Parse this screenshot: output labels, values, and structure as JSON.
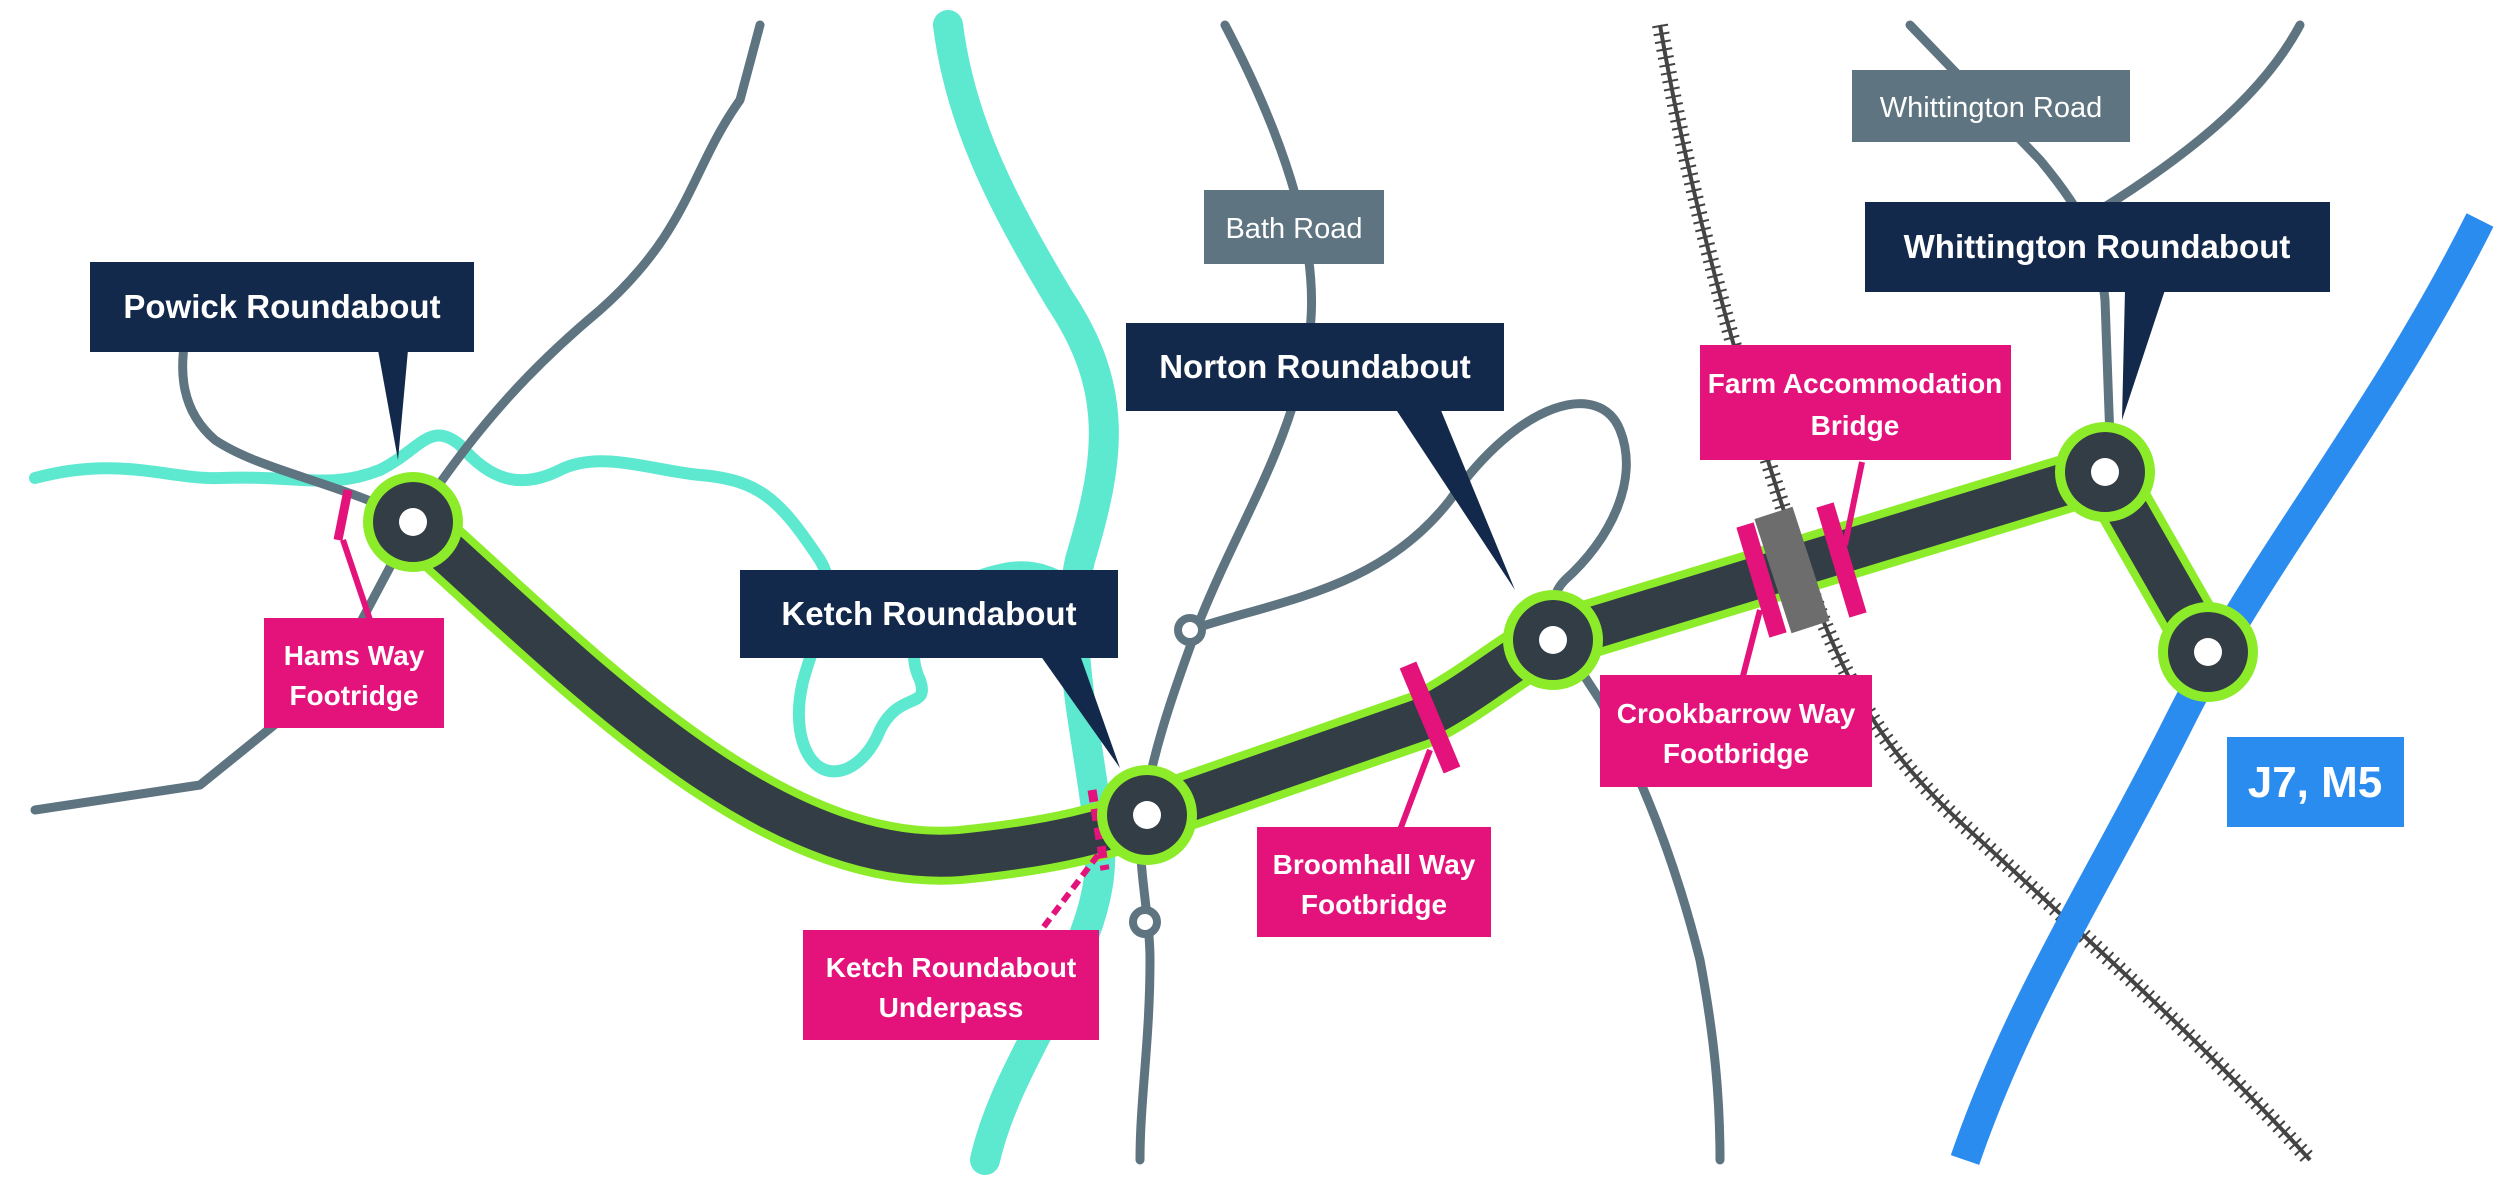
{
  "map": {
    "roundabouts": [
      {
        "id": "powick",
        "label": "Powick Roundabout"
      },
      {
        "id": "ketch",
        "label": "Ketch Roundabout"
      },
      {
        "id": "norton",
        "label": "Norton Roundabout"
      },
      {
        "id": "whittington",
        "label": "Whittington Roundabout"
      }
    ],
    "roads": [
      {
        "id": "bath-road",
        "label": "Bath Road"
      },
      {
        "id": "whittington-road",
        "label": "Whittington Road"
      }
    ],
    "crossings": [
      {
        "id": "hams-way",
        "lines": [
          "Hams Way",
          "Footridge"
        ]
      },
      {
        "id": "ketch-underpass",
        "lines": [
          "Ketch Roundabout",
          "Underpass"
        ]
      },
      {
        "id": "broomhall",
        "lines": [
          "Broomhall Way",
          "Footbridge"
        ]
      },
      {
        "id": "crookbarrow",
        "lines": [
          "Crookbarrow Way",
          "Footbridge"
        ]
      },
      {
        "id": "farm-accommodation",
        "lines": [
          "Farm Accommodation",
          "Bridge"
        ]
      }
    ],
    "motorway_junction": {
      "label": "J7, M5"
    },
    "colors": {
      "navy_label": "#13294b",
      "grey_label": "#5e7480",
      "magenta": "#e3137b",
      "river": "#5de8d0",
      "road": "#5e7480",
      "carriageway": "#333d45",
      "highlight": "#8dec2a",
      "motorway": "#2b8cf0",
      "railway": "#444444"
    }
  }
}
